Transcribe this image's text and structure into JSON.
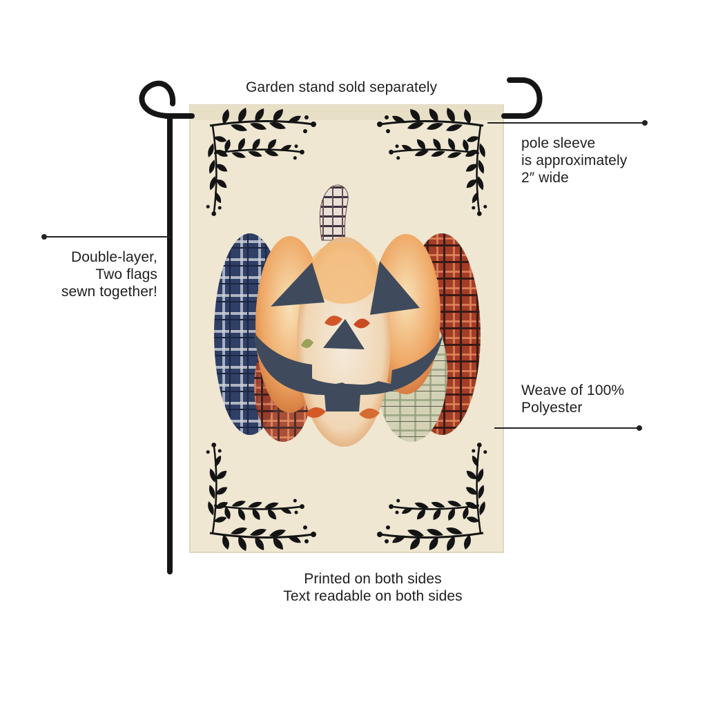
{
  "labels": {
    "stand_note": "Garden stand sold separately",
    "pole_sleeve": [
      "pole sleeve",
      "is approximately",
      "2″ wide"
    ],
    "double_layer": [
      "Double-layer,",
      "Two flags",
      "sewn together!"
    ],
    "weave": [
      "Weave of 100%",
      "Polyester"
    ],
    "printing": [
      "Printed on both sides",
      "Text readable on both sides"
    ]
  },
  "icons": {
    "garden-stand": "garden-stand-icon",
    "pumpkin": "jack-o-lantern-icon",
    "vine": "leaf-vine-icon"
  },
  "colors": {
    "flag_fabric": "#efe7d2",
    "stand": "#151515",
    "vine": "#141414",
    "pumpkin_orange": "#e9a25a",
    "plaid_blue": "#2e3d63",
    "plaid_red": "#a2402a",
    "plaid_green": "#c9c7a8",
    "face": "#3f4b5c"
  }
}
